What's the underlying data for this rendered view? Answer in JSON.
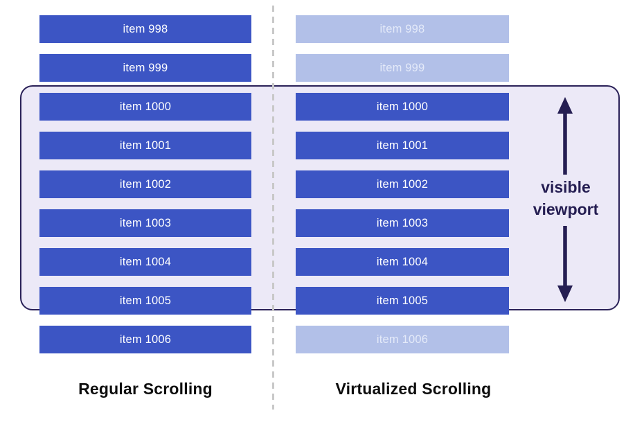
{
  "columns": [
    {
      "label": "Regular Scrolling",
      "items": [
        {
          "label": "item 998",
          "faded": false
        },
        {
          "label": "item 999",
          "faded": false
        },
        {
          "label": "item 1000",
          "faded": false
        },
        {
          "label": "item 1001",
          "faded": false
        },
        {
          "label": "item 1002",
          "faded": false
        },
        {
          "label": "item 1003",
          "faded": false
        },
        {
          "label": "item 1004",
          "faded": false
        },
        {
          "label": "item 1005",
          "faded": false
        },
        {
          "label": "item 1006",
          "faded": false
        }
      ]
    },
    {
      "label": "Virtualized Scrolling",
      "items": [
        {
          "label": "item 998",
          "faded": true
        },
        {
          "label": "item 999",
          "faded": true
        },
        {
          "label": "item 1000",
          "faded": false
        },
        {
          "label": "item 1001",
          "faded": false
        },
        {
          "label": "item 1002",
          "faded": false
        },
        {
          "label": "item 1003",
          "faded": false
        },
        {
          "label": "item 1004",
          "faded": false
        },
        {
          "label": "item 1005",
          "faded": false
        },
        {
          "label": "item 1006",
          "faded": true
        }
      ]
    }
  ],
  "viewport": {
    "label": "visible viewport"
  },
  "colors": {
    "active_bar": "#3c55c4",
    "faded_bar": "#b2c0e8",
    "bar_text": "#ffffff",
    "faded_bar_text": "#e4eaf9",
    "viewport_fill": "#ece9f7",
    "viewport_border": "#2a2158",
    "annotation": "#251e52",
    "divider": "#c8c8c8",
    "label_text": "#0d0d0d"
  }
}
